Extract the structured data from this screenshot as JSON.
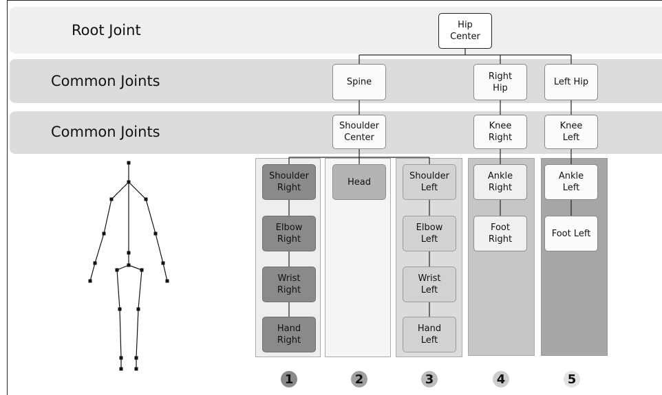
{
  "rows": {
    "root_label": "Root Joint",
    "common1_label": "Common Joints",
    "common2_label": "Common Joints"
  },
  "nodes": {
    "hip_center": "Hip\nCenter",
    "spine": "Spine",
    "right_hip": "Right\nHip",
    "left_hip": "Left Hip",
    "shoulder_center": "Shoulder\nCenter",
    "knee_right": "Knee\nRight",
    "knee_left": "Knee\nLeft",
    "shoulder_right": "Shoulder\nRight",
    "elbow_right": "Elbow\nRight",
    "wrist_right": "Wrist\nRight",
    "hand_right": "Hand\nRight",
    "head": "Head",
    "shoulder_left": "Shoulder\nLeft",
    "elbow_left": "Elbow\nLeft",
    "wrist_left": "Wrist\nLeft",
    "hand_left": "Hand\nLeft",
    "ankle_right": "Ankle\nRight",
    "foot_right": "Foot\nRight",
    "ankle_left": "Ankle\nLeft",
    "foot_left": "Foot Left"
  },
  "badges": [
    "1",
    "2",
    "3",
    "4",
    "5"
  ],
  "colors": {
    "band_light": "#efefef",
    "band_dark": "#dcdcdc",
    "group1_nodes": "#8a8a8a",
    "group3_nodes": "#d2d2d2",
    "group4_bg": "#c6c6c6",
    "group5_bg": "#a6a6a6"
  }
}
